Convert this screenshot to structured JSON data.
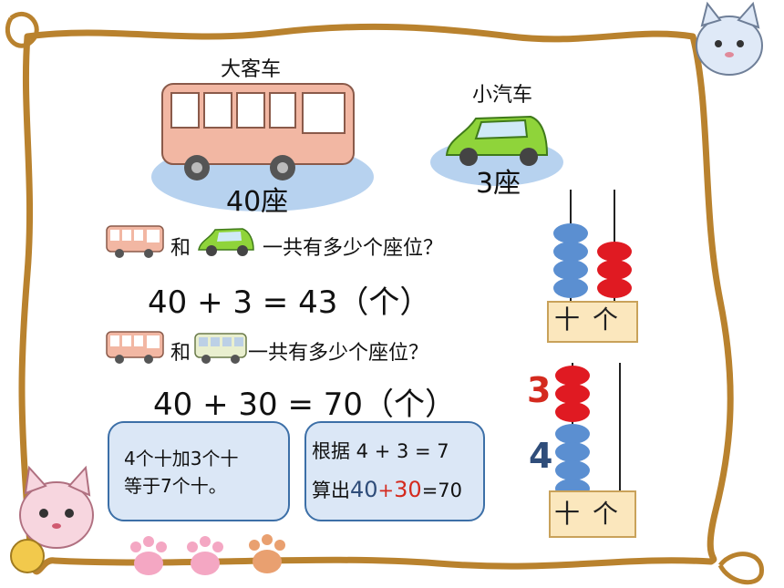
{
  "vehicles": {
    "bus_label": "大客车",
    "bus_seats": "40座",
    "car_label": "小汽车",
    "car_seats": "3座"
  },
  "question1": {
    "and": "和",
    "text": "一共有多少个座位？",
    "equation": "40 + 3 = 43（个）"
  },
  "question2": {
    "and": "和",
    "text": "一共有多少个座位？",
    "equation": "40 + 30 = 70（个）"
  },
  "box_left": {
    "line1": "4个十加3个十",
    "line2": "等于7个十。"
  },
  "box_right": {
    "line1": "根据 4 + 3 = 7",
    "line2_prefix": "算出",
    "line2_a": "40",
    "line2_plus": "+",
    "line2_b": "30",
    "line2_suffix": "=70"
  },
  "abacus_top": {
    "label": "十个",
    "tens_blue_beads": 4,
    "ones_red_beads": 3
  },
  "abacus_bottom": {
    "label": "十个",
    "num_red": "3",
    "num_blue": "4",
    "red_beads": 3,
    "blue_beads": 4
  },
  "colors": {
    "frame": "#b9822e",
    "bead_blue": "#5b8fd1",
    "bead_red": "#e01a22",
    "box_fill": "#dbe7f6",
    "box_border": "#3c6fa7",
    "digit_red": "#d42a1e",
    "digit_blue": "#2f4d7a"
  }
}
